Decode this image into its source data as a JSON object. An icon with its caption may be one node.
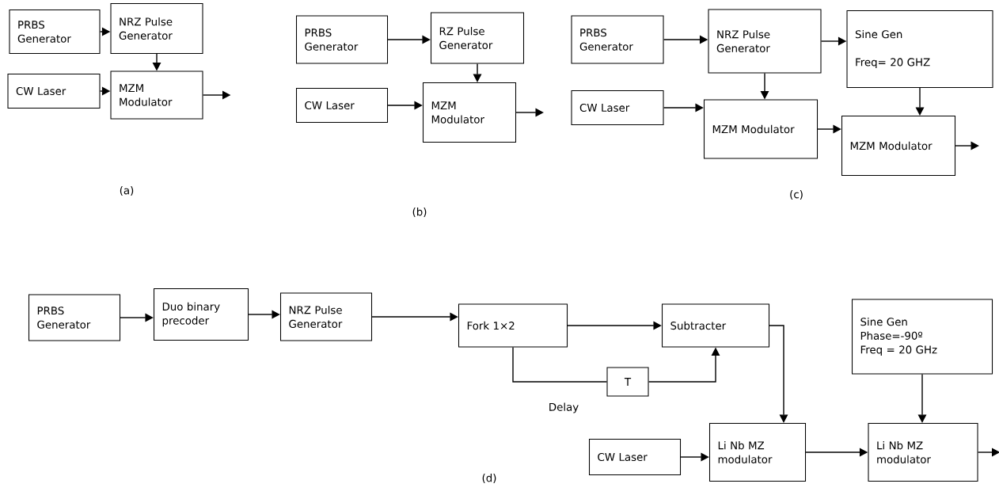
{
  "diagram": {
    "nodes": [
      {
        "text": [
          "PRBS Generator"
        ]
      },
      {
        "text": [
          "NRZ Pulse Generator"
        ]
      },
      {
        "text": [
          "CW Laser"
        ]
      },
      {
        "text": [
          "MZM Modulator"
        ]
      },
      {
        "text": [
          "PRBS Generator"
        ]
      },
      {
        "text": [
          "RZ Pulse Generator"
        ]
      },
      {
        "text": [
          "CW Laser"
        ]
      },
      {
        "text": [
          "MZM Modulator"
        ]
      },
      {
        "text": [
          "PRBS Generator"
        ]
      },
      {
        "text": [
          "NRZ Pulse Generator"
        ]
      },
      {
        "text": [
          "Sine Gen",
          "Freq= 20 GHZ"
        ]
      },
      {
        "text": [
          "CW Laser"
        ]
      },
      {
        "text": [
          "MZM Modulator"
        ]
      },
      {
        "text": [
          "MZM Modulator"
        ]
      },
      {
        "text": [
          "PRBS Generator"
        ]
      },
      {
        "text": [
          "Duo binary precoder"
        ]
      },
      {
        "text": [
          "NRZ Pulse Generator"
        ]
      },
      {
        "text": [
          "Fork 1×2"
        ]
      },
      {
        "text": [
          "Subtracter"
        ]
      },
      {
        "text": [
          "T"
        ],
        "beside": [
          "Delay"
        ]
      },
      {
        "text": [
          "Sine Gen",
          "Phase=-90º",
          "Freq = 20 GHz"
        ]
      },
      {
        "text": [
          "CW Laser"
        ]
      },
      {
        "text": [
          "Li Nb MZ modulator"
        ]
      },
      {
        "text": [
          "Li Nb MZ modulator"
        ]
      }
    ],
    "edges": [
      {
        "from": 0,
        "to": 1,
        "arrow": "to"
      },
      {
        "from": 1,
        "to": 3,
        "arrow": "to"
      },
      {
        "from": 2,
        "to": 3,
        "arrow": "to"
      },
      {
        "from": 3,
        "to": null,
        "arrow": "to"
      },
      {
        "from": 4,
        "to": 5,
        "arrow": "to"
      },
      {
        "from": 5,
        "to": 7,
        "arrow": "to"
      },
      {
        "from": 6,
        "to": 7,
        "arrow": "to"
      },
      {
        "from": 7,
        "to": null,
        "arrow": "to"
      },
      {
        "from": 8,
        "to": 9,
        "arrow": "to"
      },
      {
        "from": 9,
        "to": 10,
        "arrow": "to"
      },
      {
        "from": 9,
        "to": 12,
        "arrow": "to"
      },
      {
        "from": 11,
        "to": 12,
        "arrow": "to"
      },
      {
        "from": 12,
        "to": 13,
        "arrow": "to"
      },
      {
        "from": 10,
        "to": 13,
        "arrow": "to"
      },
      {
        "from": 13,
        "to": null,
        "arrow": "to"
      },
      {
        "from": 14,
        "to": 15,
        "arrow": "to"
      },
      {
        "from": 15,
        "to": 16,
        "arrow": "to"
      },
      {
        "from": 16,
        "to": 17,
        "arrow": "to"
      },
      {
        "from": 17,
        "to": 18,
        "arrow": "to"
      },
      {
        "from": 17,
        "to": 19,
        "arrow": "none"
      },
      {
        "from": 19,
        "to": 18,
        "arrow": "to"
      },
      {
        "from": 18,
        "to": 22,
        "arrow": "to"
      },
      {
        "from": 21,
        "to": 22,
        "arrow": "to"
      },
      {
        "from": 22,
        "to": 23,
        "arrow": "to"
      },
      {
        "from": 20,
        "to": 23,
        "arrow": "to"
      },
      {
        "from": 23,
        "to": null,
        "arrow": "to"
      }
    ],
    "labels": [
      "(a)",
      "(b)",
      "(c)",
      "(d)"
    ]
  }
}
